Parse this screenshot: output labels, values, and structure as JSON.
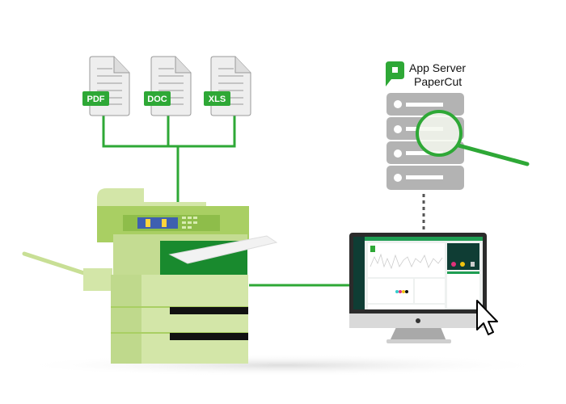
{
  "documents": [
    {
      "label": "PDF"
    },
    {
      "label": "DOC"
    },
    {
      "label": "XLS"
    }
  ],
  "server": {
    "line1": "App Server",
    "line2": "PaperCut"
  },
  "colors": {
    "accent": "#2ea836",
    "printer_light": "#d3e6a8",
    "printer_mid": "#a9cf63",
    "server_gray": "#b3b3b3",
    "dashboard_dark": "#0f3d34"
  }
}
